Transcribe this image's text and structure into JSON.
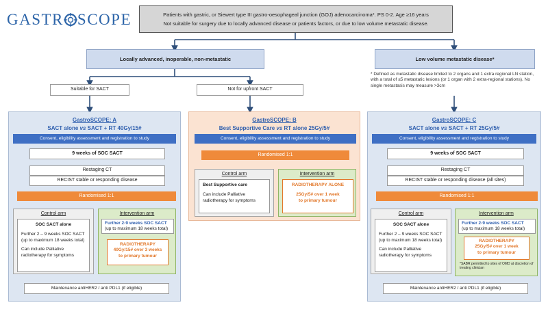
{
  "logo": {
    "text_before": "GASTR",
    "text_after": "SCOPE"
  },
  "header": {
    "line1": "Patients with gastric, or Siewert type III gastro-oesophageal junction (GOJ) adenocarcinoma*.   PS 0-2.   Age ≥16 years",
    "line2": "Not suitable for surgery due to locally advanced disease or patients factors, or due to low volume metastatic disease."
  },
  "branches": {
    "locally_advanced": "Locally advanced, inoperable, non-metastatic",
    "low_volume": "Low volume metastatic disease*",
    "suitable_sact": "Suitable for SACT",
    "not_upfront": "Not for upfront SACT",
    "footnote": "* Defined as metastatic disease limited to 2 organs and 1 extra regional LN station, with a total of ≤5 metastatic lesions (or 1 organ with 2 extra-regional stations). No single metastasis may measure >3cm"
  },
  "panel_a": {
    "title": "GastroSCOPE: A",
    "subtitle": "SACT alone vs SACT + RT 40Gy/15#",
    "consent": "Consent, eligibility assessment and registration to study",
    "weeks": "9 weeks of SOC SACT",
    "restaging": "Restaging CT",
    "recist": "RECIST stable or responding disease",
    "randomised": "Randomised 1:1",
    "control_label": "Control arm",
    "control_title": "SOC SACT alone",
    "control_line1": "Further 2 – 9 weeks SOC SACT",
    "control_line2": "(up to maximum 18 weeks total)",
    "control_line3": "Can include Palliative",
    "control_line4": "radiotherapy for symptoms",
    "interv_label": "Intervention arm",
    "interv_line1": "Further 2-9 weeks SOC SACT",
    "interv_line2": "(up to maximum 18 weeks total)",
    "rt_title": "RADIOTHERAPY",
    "rt_line1": "40Gy/15# over 3 weeks",
    "rt_line2": "to primary tumour",
    "maintenance": "Maintenance antiHER2 / anti PDL1 (if eligible)"
  },
  "panel_b": {
    "title": "GastroSCOPE: B",
    "subtitle": "Best Supportive Care vs RT alone 25Gy/5#",
    "consent": "Consent, eligibility assessment and registration to study",
    "randomised": "Randomised 1:1",
    "control_label": "Control arm",
    "control_title": "Best Supportive care",
    "control_line1": "Can include Palliative",
    "control_line2": "radiotherapy for symptoms",
    "interv_label": "Intervention arm",
    "rt_title": "RADIOTHERAPY ALONE",
    "rt_line1": "25Gy/5# over 1 week",
    "rt_line2": "to primary tumour"
  },
  "panel_c": {
    "title": "GastroSCOPE: C",
    "subtitle": "SACT alone vs SACT + RT 25Gy/5#",
    "consent": "Consent, eligibility assessment and registration to study",
    "weeks": "9 weeks of SOC SACT",
    "restaging": "Restaging CT",
    "recist": "RECIST stable or responding disease (all sites)",
    "randomised": "Randomised 1:1",
    "control_label": "Control arm",
    "control_title": "SOC SACT alone",
    "control_line1": "Further 2 – 9 weeks SOC SACT",
    "control_line2": "(up to maximum 18 weeks total)",
    "control_line3": "Can include Palliative",
    "control_line4": "radiotherapy for symptoms",
    "interv_label": "Intervention arm",
    "interv_line1": "Further 2-9 weeks SOC SACT",
    "interv_line2": "(up to maximum 18 weeks total)",
    "rt_title": "RADIOTHERAPY",
    "rt_line1": "25Gy/5# over 1 week",
    "rt_line2": "to primary tumour",
    "sabr_note": "*SABR permitted to sites of OMD at discretion of treating clinician",
    "maintenance": "Maintenance antiHER2 / anti PDL1 (if eligible)"
  },
  "colors": {
    "brand_blue": "#2c64a8",
    "bar_blue": "#3e6fc4",
    "bar_orange": "#ef8a3a",
    "panel_blue": "#dde6f2",
    "panel_peach": "#fbe3d2",
    "intervention_green": "#dcebc9",
    "arrow": "#2f4f7a"
  }
}
